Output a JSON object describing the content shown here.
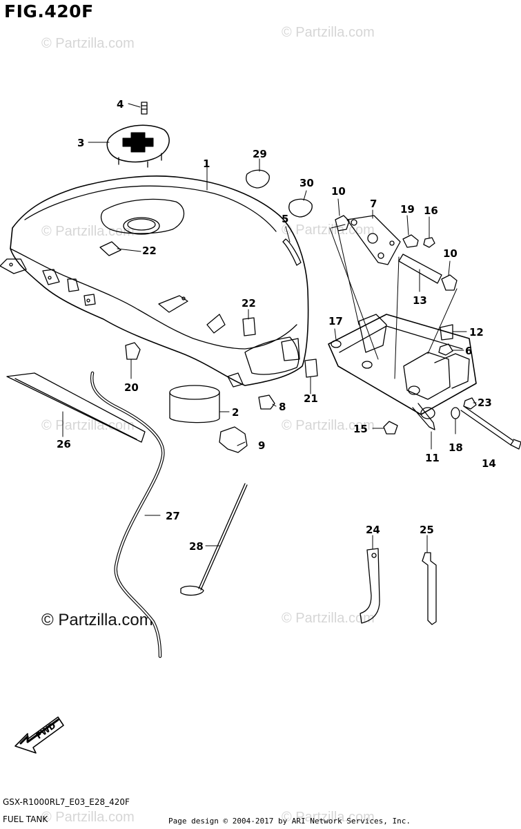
{
  "figure": {
    "title": "FIG.420F",
    "model_code": "GSX-R1000RL7_E03_E28_420F",
    "section_name": "FUEL TANK",
    "page_credit": "Page design © 2004-2017 by ARI Network Services, Inc."
  },
  "watermark": {
    "text": "© Partzilla.com",
    "main_text": "© Partzilla.com"
  },
  "direction_marker": {
    "text": "FWD"
  },
  "callouts": [
    {
      "id": "callout-1",
      "label": "1"
    },
    {
      "id": "callout-2",
      "label": "2"
    },
    {
      "id": "callout-3",
      "label": "3"
    },
    {
      "id": "callout-4",
      "label": "4"
    },
    {
      "id": "callout-5",
      "label": "5"
    },
    {
      "id": "callout-6",
      "label": "6"
    },
    {
      "id": "callout-7",
      "label": "7"
    },
    {
      "id": "callout-8",
      "label": "8"
    },
    {
      "id": "callout-9",
      "label": "9"
    },
    {
      "id": "callout-10a",
      "label": "10"
    },
    {
      "id": "callout-10b",
      "label": "10"
    },
    {
      "id": "callout-11",
      "label": "11"
    },
    {
      "id": "callout-12",
      "label": "12"
    },
    {
      "id": "callout-13",
      "label": "13"
    },
    {
      "id": "callout-14",
      "label": "14"
    },
    {
      "id": "callout-15",
      "label": "15"
    },
    {
      "id": "callout-16",
      "label": "16"
    },
    {
      "id": "callout-17",
      "label": "17"
    },
    {
      "id": "callout-18",
      "label": "18"
    },
    {
      "id": "callout-19",
      "label": "19"
    },
    {
      "id": "callout-20",
      "label": "20"
    },
    {
      "id": "callout-21",
      "label": "21"
    },
    {
      "id": "callout-22a",
      "label": "22"
    },
    {
      "id": "callout-22b",
      "label": "22"
    },
    {
      "id": "callout-23",
      "label": "23"
    },
    {
      "id": "callout-24",
      "label": "24"
    },
    {
      "id": "callout-25",
      "label": "25"
    },
    {
      "id": "callout-26",
      "label": "26"
    },
    {
      "id": "callout-27",
      "label": "27"
    },
    {
      "id": "callout-28",
      "label": "28"
    },
    {
      "id": "callout-29",
      "label": "29"
    },
    {
      "id": "callout-30",
      "label": "30"
    }
  ]
}
